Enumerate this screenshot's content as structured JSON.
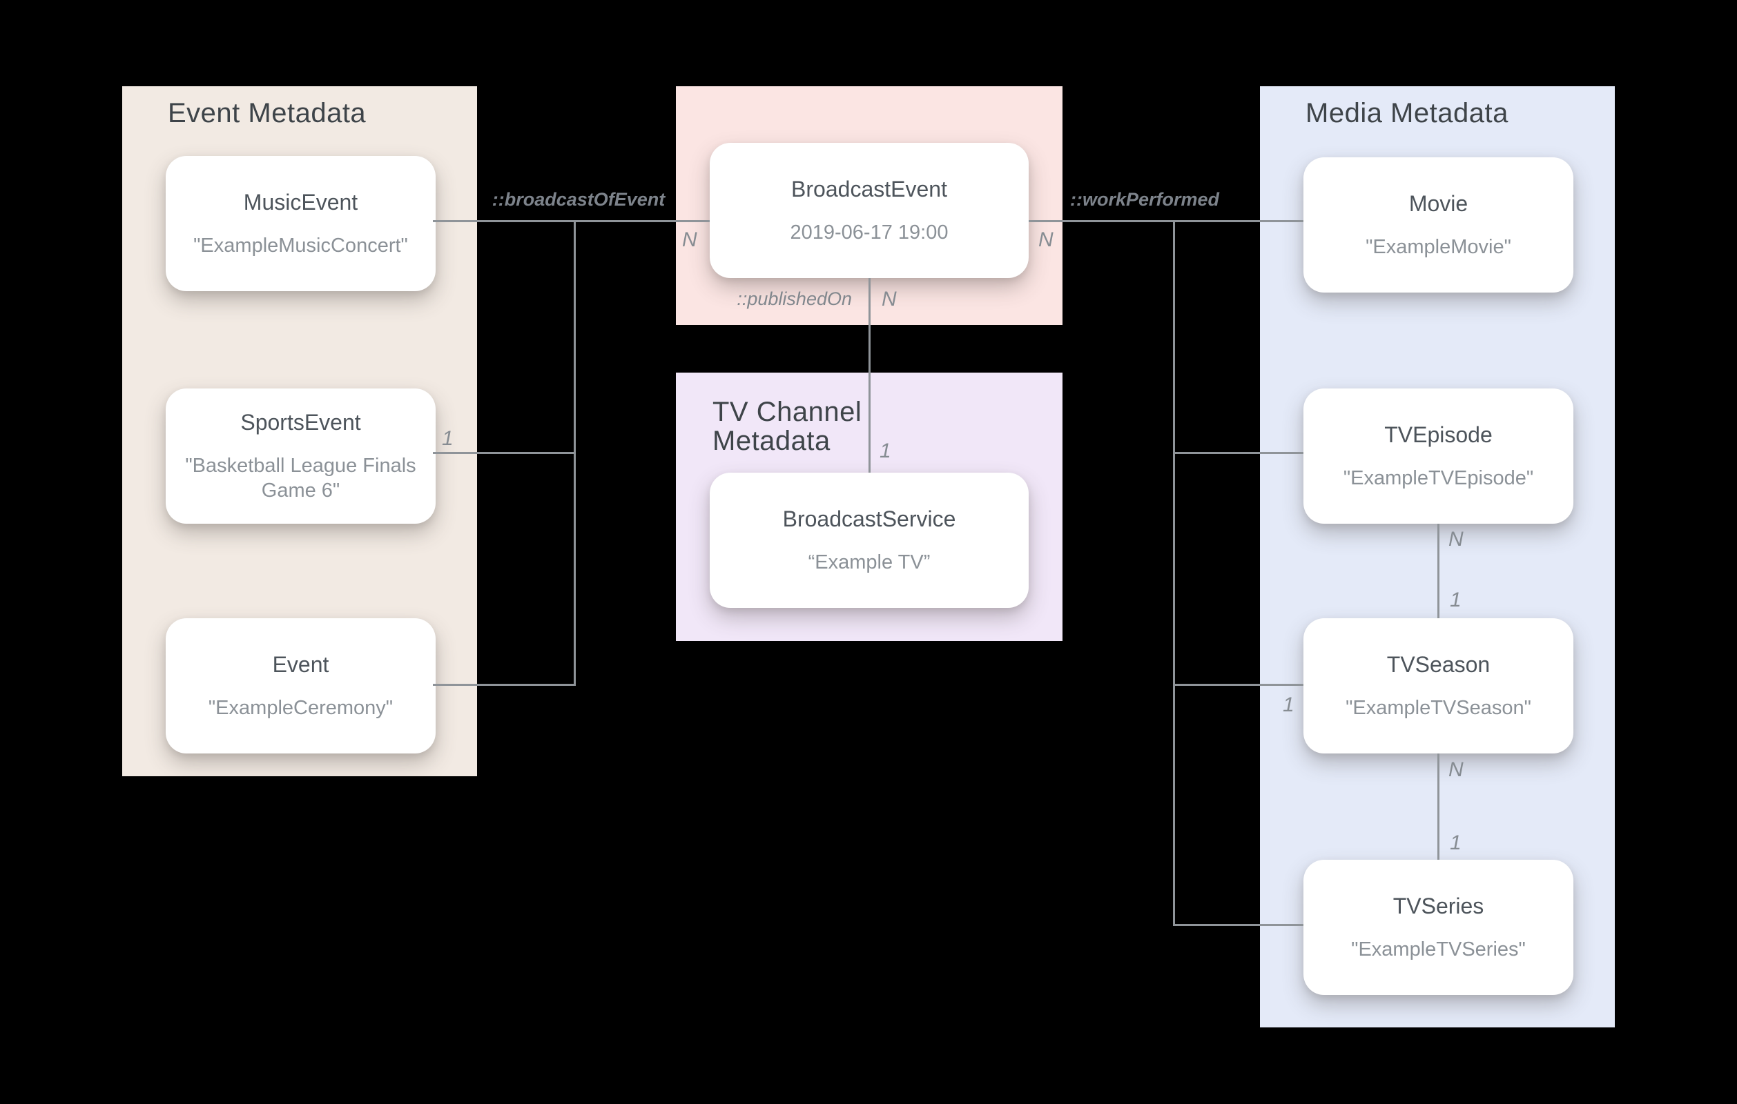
{
  "page": {
    "background": "#000000"
  },
  "colors": {
    "event_panel_bg": "#F2EAE3",
    "broadcast_panel_bg": "#FBE5E3",
    "tvchannel_panel_bg": "#F1E7F8",
    "media_panel_bg": "#E4EAF8",
    "card_bg": "#FFFFFF",
    "connector_line": "#8F9499",
    "panel_title_text": "#3E4449",
    "card_name_text": "#4D545B",
    "card_value_text": "#8B9197",
    "relation_label_text": "#7D838B",
    "cardinality_text": "#868C92"
  },
  "panels": {
    "event": {
      "title": "Event Metadata",
      "cards": [
        {
          "name": "MusicEvent",
          "value": "\"ExampleMusicConcert\""
        },
        {
          "name": "SportsEvent",
          "value": "\"Basketball League Finals Game 6\""
        },
        {
          "name": "Event",
          "value": "\"ExampleCeremony\""
        }
      ]
    },
    "broadcast": {
      "cards": [
        {
          "name": "BroadcastEvent",
          "value": "2019-06-17 19:00"
        }
      ]
    },
    "tvchannel": {
      "title": "TV Channel Metadata",
      "cards": [
        {
          "name": "BroadcastService",
          "value": "“Example TV”"
        }
      ]
    },
    "media": {
      "title": "Media Metadata",
      "cards": [
        {
          "name": "Movie",
          "value": "\"ExampleMovie\""
        },
        {
          "name": "TVEpisode",
          "value": "\"ExampleTVEpisode\""
        },
        {
          "name": "TVSeason",
          "value": "\"ExampleTVSeason\""
        },
        {
          "name": "TVSeries",
          "value": "\"ExampleTVSeries\""
        }
      ]
    }
  },
  "relations": {
    "broadcast_of_event": "::broadcastOfEvent",
    "work_performed": "::workPerformed",
    "published_on": "::publishedOn"
  },
  "cardinalities": {
    "broadcast_left_n": "N",
    "broadcast_right_n": "N",
    "published_n": "N",
    "published_1": "1",
    "sports_1": "1",
    "season_branch_1": "1",
    "episode_n": "N",
    "season_1": "1",
    "season_n": "N",
    "series_1": "1"
  }
}
